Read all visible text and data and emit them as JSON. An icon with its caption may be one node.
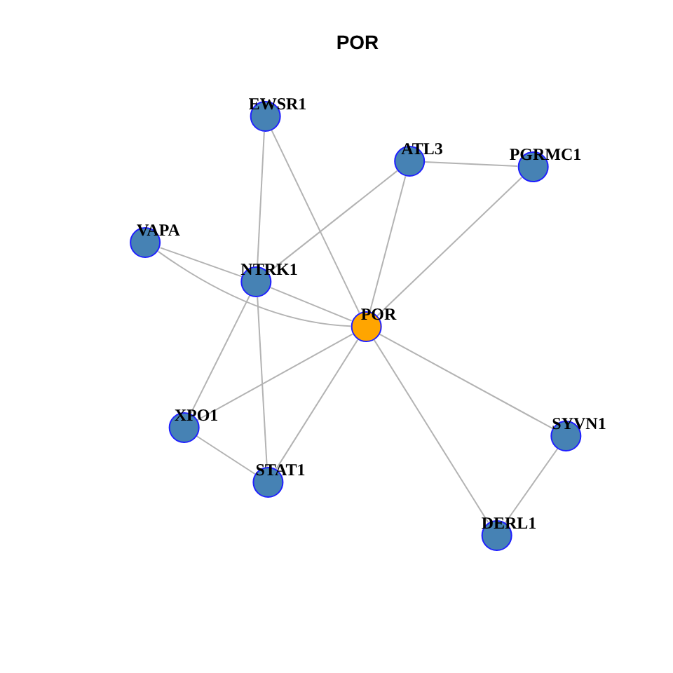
{
  "diagram": {
    "title": "POR",
    "nodes": [
      {
        "text": [
          "EWSR1"
        ]
      },
      {
        "text": [
          "ATL3"
        ]
      },
      {
        "text": [
          "PGRMC1"
        ]
      },
      {
        "text": [
          "VAPA"
        ]
      },
      {
        "text": [
          "NTRK1"
        ]
      },
      {
        "text": [
          "POR"
        ]
      },
      {
        "text": [
          "XPO1"
        ]
      },
      {
        "text": [
          "STAT1"
        ]
      },
      {
        "text": [
          "SYVN1"
        ]
      },
      {
        "text": [
          "DERL1"
        ]
      }
    ],
    "edges": [
      {
        "from": 0,
        "to": 4,
        "arrow": "none"
      },
      {
        "from": 0,
        "to": 5,
        "arrow": "none"
      },
      {
        "from": 1,
        "to": 2,
        "arrow": "none"
      },
      {
        "from": 1,
        "to": 4,
        "arrow": "none"
      },
      {
        "from": 1,
        "to": 5,
        "arrow": "none"
      },
      {
        "from": 2,
        "to": 5,
        "arrow": "none"
      },
      {
        "from": 3,
        "to": 4,
        "arrow": "none"
      },
      {
        "from": 3,
        "to": 5,
        "arrow": "none"
      },
      {
        "from": 4,
        "to": 5,
        "arrow": "none"
      },
      {
        "from": 4,
        "to": 6,
        "arrow": "none"
      },
      {
        "from": 4,
        "to": 7,
        "arrow": "none"
      },
      {
        "from": 5,
        "to": 6,
        "arrow": "none"
      },
      {
        "from": 5,
        "to": 7,
        "arrow": "none"
      },
      {
        "from": 5,
        "to": 8,
        "arrow": "none"
      },
      {
        "from": 5,
        "to": 9,
        "arrow": "none"
      },
      {
        "from": 6,
        "to": 7,
        "arrow": "none"
      },
      {
        "from": 8,
        "to": 9,
        "arrow": "none"
      }
    ]
  }
}
